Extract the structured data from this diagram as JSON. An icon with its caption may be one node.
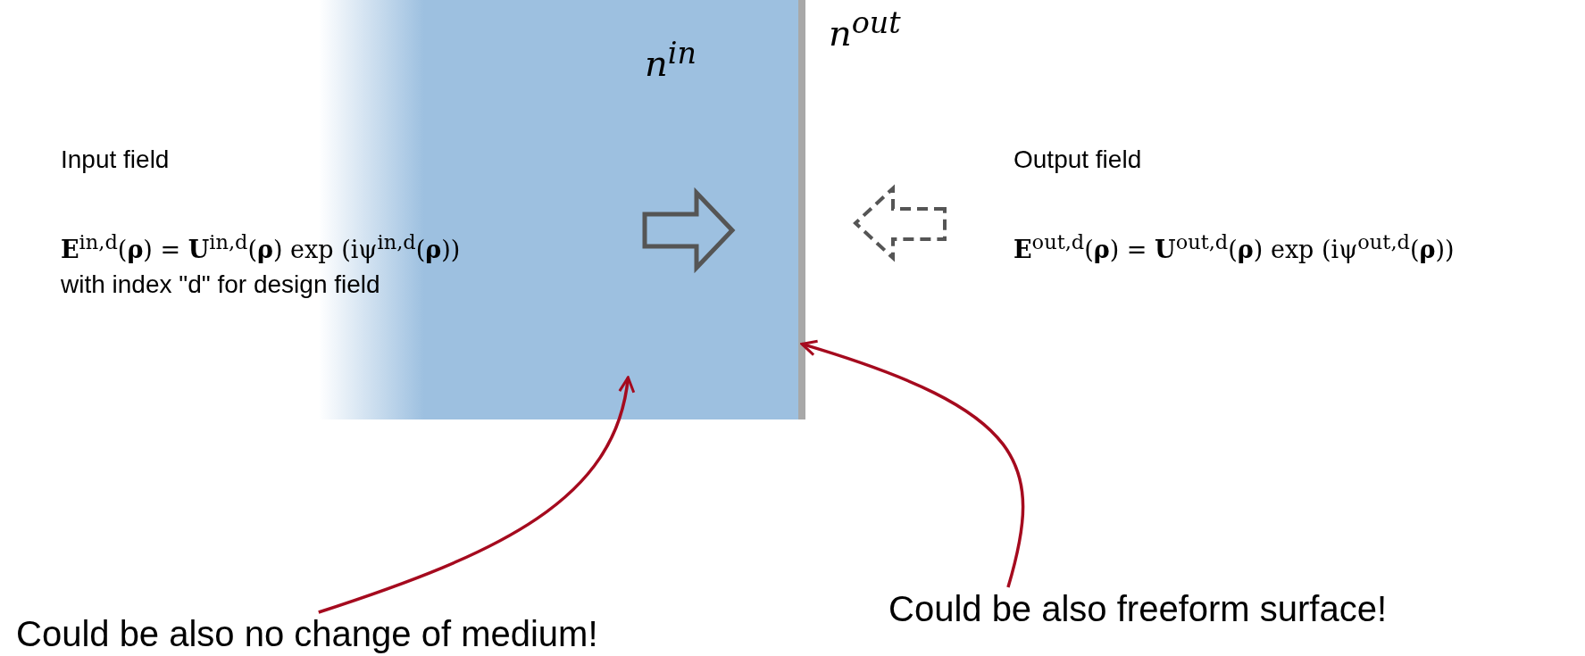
{
  "diagram": {
    "nodes": [
      {
        "text": [],
        "shape": "box"
      },
      {
        "text": [],
        "shape": "bar"
      },
      {
        "text": [
          "Could be also no change of medium!"
        ]
      },
      {
        "text": [
          "Could be also freeform surface!"
        ]
      }
    ],
    "edges": [
      {
        "from": 2,
        "to": 0,
        "arrow": "to"
      },
      {
        "from": 3,
        "to": 1,
        "arrow": "to"
      }
    ],
    "labels": [
      "n$^{in}$",
      "n$^{out}$",
      "Input field",
      "**E**$^{in,d}$(**ρ**) = **U**$^{in,d}$(**ρ**) exp (iψ$^{in,d}$(**ρ**))",
      "with index \"d\" for design field",
      "Output field",
      "**E**$^{out,d}$(**ρ**) = **U**$^{out,d}$(**ρ**) exp (iψ$^{out,d}$(**ρ**))"
    ]
  }
}
